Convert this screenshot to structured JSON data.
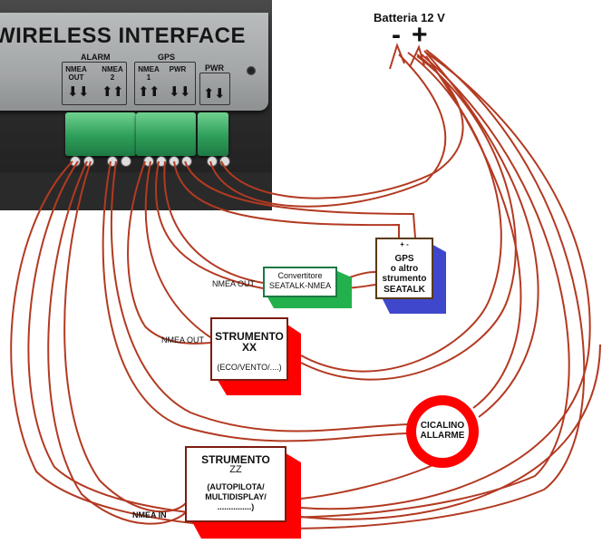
{
  "device": {
    "title": "WIRELESS INTERFACE",
    "groups": {
      "alarm": "ALARM",
      "nmea_out": "NMEA\nOUT",
      "nmea2": "NMEA\n2",
      "gps": "GPS",
      "gps_nmea": "NMEA\n1",
      "gps_pwr": "PWR",
      "pwr": "PWR"
    }
  },
  "battery": {
    "label": "Batteria 12 V",
    "minus": "-",
    "plus": "+"
  },
  "gps_box": {
    "terminals": "+  -",
    "line1": "GPS",
    "line2": "o altro",
    "line3": "strumento",
    "line4": "SEATALK"
  },
  "converter": {
    "line1": "Convertitore",
    "line2": "SEATALK-NMEA"
  },
  "strumento_xx": {
    "line1": "STRUMENTO",
    "line2": "XX",
    "line3": "(ECO/VENTO/....)"
  },
  "strumento_zz": {
    "line1": "STRUMENTO",
    "line2": "ZZ",
    "line3": "(AUTOPILOTA/",
    "line4": "MULTIDISPLAY/",
    "line5": "...............)"
  },
  "buzzer": {
    "line1": "CICALINO",
    "line2": "ALLARME"
  },
  "wire_labels": {
    "nmea_out_1": "NMEA OUT",
    "nmea_out_2": "NMEA OUT",
    "nmea_in": "NMEA IN"
  },
  "colors": {
    "wire": "#b33a22",
    "red_box": "#ff0000",
    "green_box": "#22b14c",
    "blue_side": "#3f48cc",
    "terminal_green": "#2e9e5a"
  }
}
